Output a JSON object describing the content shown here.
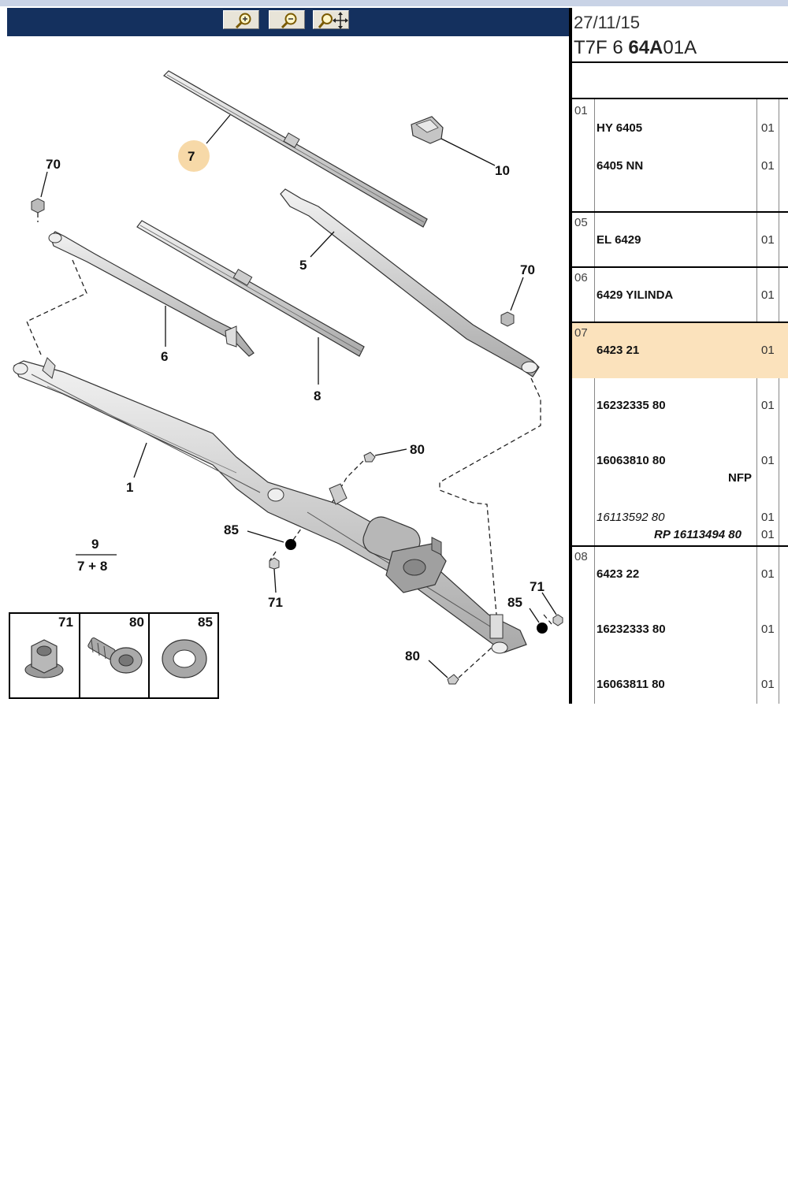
{
  "toolbar": {
    "buttons": [
      {
        "name": "zoom-in",
        "icon": "zoom-in-icon"
      },
      {
        "name": "zoom-out",
        "icon": "zoom-out-icon"
      },
      {
        "name": "zoom-pan",
        "icon": "zoom-pan-icon"
      }
    ]
  },
  "diagram": {
    "callouts": {
      "wiper_blade_driver": "7",
      "sensor": "10",
      "nut_left": "70",
      "wiper_arm_right": "5",
      "nut_right": "70",
      "wiper_arm_left": "6",
      "wiper_blade_passenger": "8",
      "linkage": "1",
      "screw_top": "80",
      "washer_left": "85",
      "nut_bottom": "71",
      "washer_right": "85",
      "nut_right_bottom": "71",
      "screw_bottom": "80"
    },
    "kit": {
      "top": "9",
      "bottom": "7 + 8"
    },
    "legend": [
      {
        "number": "71",
        "part": "flange-nut"
      },
      {
        "number": "80",
        "part": "screw"
      },
      {
        "number": "85",
        "part": "washer"
      }
    ],
    "highlight_color": "#f7d9a8"
  },
  "panel": {
    "date": "27/11/15",
    "ref_prefix": "T7F 6",
    "ref_bold": "64A",
    "ref_suffix": "01A",
    "highlight_color": "#fbe2bc",
    "groups": [
      {
        "id": "01",
        "items": [
          {
            "ref": "HY 6405",
            "qty": "01"
          },
          {
            "ref": "6405 NN",
            "qty": "01"
          }
        ]
      },
      {
        "id": "05",
        "items": [
          {
            "ref": "EL 6429",
            "qty": "01"
          }
        ]
      },
      {
        "id": "06",
        "items": [
          {
            "ref": "6429 YILINDA",
            "qty": "01"
          }
        ]
      },
      {
        "id": "07",
        "selected": true,
        "items": [
          {
            "ref": "6423 21",
            "qty": "01"
          },
          {
            "ref": "16232335 80",
            "qty": "01"
          },
          {
            "ref": "16063810 80",
            "qty": "01",
            "note": "NFP"
          },
          {
            "ref": "16113592 80",
            "qty": "01"
          },
          {
            "ref": "RP 16113494 80",
            "qty": "01"
          }
        ]
      },
      {
        "id": "08",
        "items": [
          {
            "ref": "6423 22",
            "qty": "01"
          },
          {
            "ref": "16232333 80",
            "qty": "01"
          },
          {
            "ref": "16063811 80",
            "qty": "01"
          }
        ]
      }
    ]
  }
}
